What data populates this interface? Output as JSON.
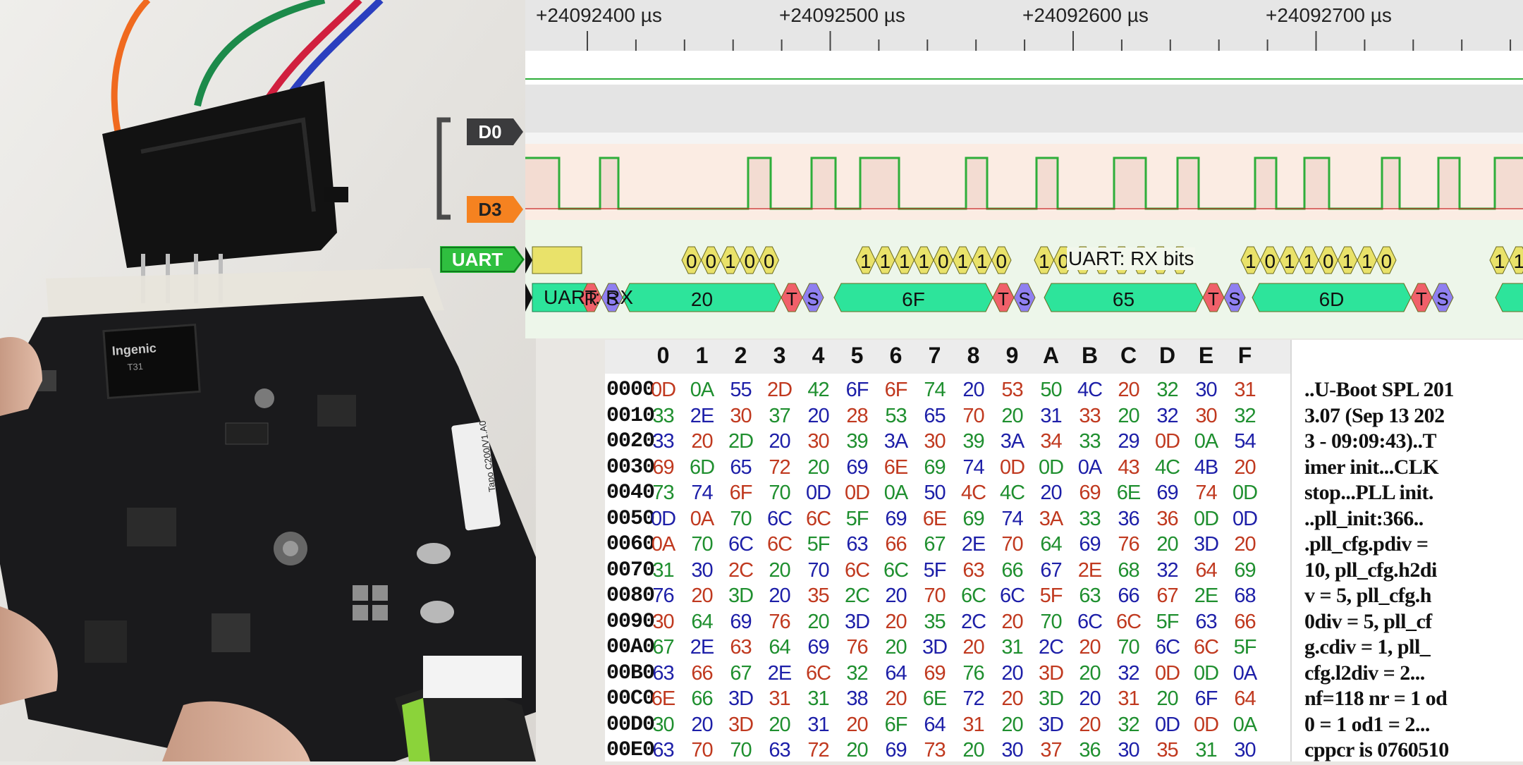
{
  "photo": {
    "chip_brand": "Ingenic",
    "chip_model": "T31",
    "label_sticker": "Tapo C200/V1.A0"
  },
  "timeline": {
    "ticks": [
      "+24092400 µs",
      "+24092500 µs",
      "+24092600 µs",
      "+24092700 µs"
    ]
  },
  "channels": {
    "d0": "D0",
    "d3": "D3",
    "uart": "UART"
  },
  "decoder": {
    "rx_bits_label": "UART: RX bits",
    "rx_label": "UART: RX",
    "bit_groups": [
      "00100",
      "11110110",
      "10100110",
      "10110110",
      "11"
    ],
    "bytes": [
      "20",
      "6F",
      "65",
      "6D"
    ],
    "start_marker": "S",
    "stop_marker": "T",
    "colors": {
      "bits_fill": "#e9e26a",
      "byte_fill": "#2de49b",
      "stop_fill": "#f0606a",
      "start_fill": "#8f7ff0",
      "d3_tag": "#f58220",
      "uart_tag": "#2fbf3f"
    }
  },
  "hexview": {
    "columns": [
      "0",
      "1",
      "2",
      "3",
      "4",
      "5",
      "6",
      "7",
      "8",
      "9",
      "A",
      "B",
      "C",
      "D",
      "E",
      "F"
    ],
    "rows": [
      {
        "addr": "0000",
        "bytes": [
          "0D",
          "0A",
          "55",
          "2D",
          "42",
          "6F",
          "6F",
          "74",
          "20",
          "53",
          "50",
          "4C",
          "20",
          "32",
          "30",
          "31"
        ],
        "ascii": "..U-Boot SPL 201"
      },
      {
        "addr": "0010",
        "bytes": [
          "33",
          "2E",
          "30",
          "37",
          "20",
          "28",
          "53",
          "65",
          "70",
          "20",
          "31",
          "33",
          "20",
          "32",
          "30",
          "32"
        ],
        "ascii": "3.07 (Sep 13 202"
      },
      {
        "addr": "0020",
        "bytes": [
          "33",
          "20",
          "2D",
          "20",
          "30",
          "39",
          "3A",
          "30",
          "39",
          "3A",
          "34",
          "33",
          "29",
          "0D",
          "0A",
          "54"
        ],
        "ascii": "3 - 09:09:43)..T"
      },
      {
        "addr": "0030",
        "bytes": [
          "69",
          "6D",
          "65",
          "72",
          "20",
          "69",
          "6E",
          "69",
          "74",
          "0D",
          "0D",
          "0A",
          "43",
          "4C",
          "4B",
          "20"
        ],
        "ascii": "imer init...CLK "
      },
      {
        "addr": "0040",
        "bytes": [
          "73",
          "74",
          "6F",
          "70",
          "0D",
          "0D",
          "0A",
          "50",
          "4C",
          "4C",
          "20",
          "69",
          "6E",
          "69",
          "74",
          "0D"
        ],
        "ascii": "stop...PLL init."
      },
      {
        "addr": "0050",
        "bytes": [
          "0D",
          "0A",
          "70",
          "6C",
          "6C",
          "5F",
          "69",
          "6E",
          "69",
          "74",
          "3A",
          "33",
          "36",
          "36",
          "0D",
          "0D"
        ],
        "ascii": "..pll_init:366.."
      },
      {
        "addr": "0060",
        "bytes": [
          "0A",
          "70",
          "6C",
          "6C",
          "5F",
          "63",
          "66",
          "67",
          "2E",
          "70",
          "64",
          "69",
          "76",
          "20",
          "3D",
          "20"
        ],
        "ascii": ".pll_cfg.pdiv = "
      },
      {
        "addr": "0070",
        "bytes": [
          "31",
          "30",
          "2C",
          "20",
          "70",
          "6C",
          "6C",
          "5F",
          "63",
          "66",
          "67",
          "2E",
          "68",
          "32",
          "64",
          "69"
        ],
        "ascii": "10, pll_cfg.h2di"
      },
      {
        "addr": "0080",
        "bytes": [
          "76",
          "20",
          "3D",
          "20",
          "35",
          "2C",
          "20",
          "70",
          "6C",
          "6C",
          "5F",
          "63",
          "66",
          "67",
          "2E",
          "68"
        ],
        "ascii": "v = 5, pll_cfg.h"
      },
      {
        "addr": "0090",
        "bytes": [
          "30",
          "64",
          "69",
          "76",
          "20",
          "3D",
          "20",
          "35",
          "2C",
          "20",
          "70",
          "6C",
          "6C",
          "5F",
          "63",
          "66"
        ],
        "ascii": "0div = 5, pll_cf"
      },
      {
        "addr": "00A0",
        "bytes": [
          "67",
          "2E",
          "63",
          "64",
          "69",
          "76",
          "20",
          "3D",
          "20",
          "31",
          "2C",
          "20",
          "70",
          "6C",
          "6C",
          "5F"
        ],
        "ascii": "g.cdiv = 1, pll_"
      },
      {
        "addr": "00B0",
        "bytes": [
          "63",
          "66",
          "67",
          "2E",
          "6C",
          "32",
          "64",
          "69",
          "76",
          "20",
          "3D",
          "20",
          "32",
          "0D",
          "0D",
          "0A"
        ],
        "ascii": "cfg.l2div = 2..."
      },
      {
        "addr": "00C0",
        "bytes": [
          "6E",
          "66",
          "3D",
          "31",
          "31",
          "38",
          "20",
          "6E",
          "72",
          "20",
          "3D",
          "20",
          "31",
          "20",
          "6F",
          "64"
        ],
        "ascii": "nf=118 nr = 1 od"
      },
      {
        "addr": "00D0",
        "bytes": [
          "30",
          "20",
          "3D",
          "20",
          "31",
          "20",
          "6F",
          "64",
          "31",
          "20",
          "3D",
          "20",
          "32",
          "0D",
          "0D",
          "0A"
        ],
        "ascii": "0 = 1 od1 = 2..."
      },
      {
        "addr": "00E0",
        "bytes": [
          "63",
          "70",
          "70",
          "63",
          "72",
          "20",
          "69",
          "73",
          "20",
          "30",
          "37",
          "36",
          "30",
          "35",
          "31",
          "30"
        ],
        "ascii": "cppcr is 0760510"
      }
    ],
    "palette": [
      "#c0391f",
      "#1f8f2f",
      "#1d1fa8"
    ]
  }
}
